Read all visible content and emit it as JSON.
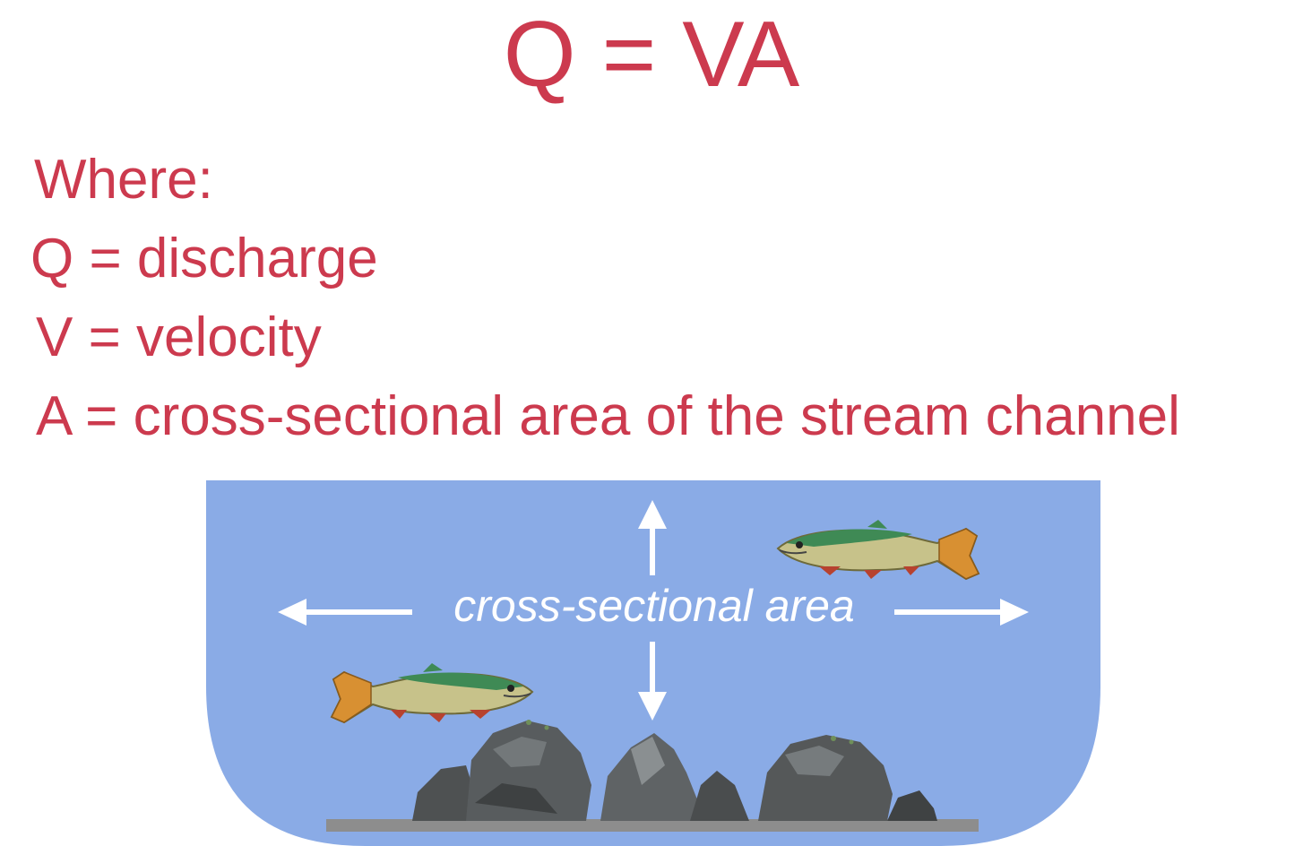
{
  "formula": "Q = VA",
  "definitions": {
    "where": "Where:",
    "q": "Q = discharge",
    "v": "V = velocity",
    "a": "A = cross-sectional area of the stream channel"
  },
  "diagram": {
    "label": "cross-sectional area",
    "water_color": "#8aabe6",
    "text_color": "#cc3a4e",
    "elements": [
      "fish-icon",
      "fish-icon",
      "rock-icon",
      "arrow-icon"
    ]
  }
}
